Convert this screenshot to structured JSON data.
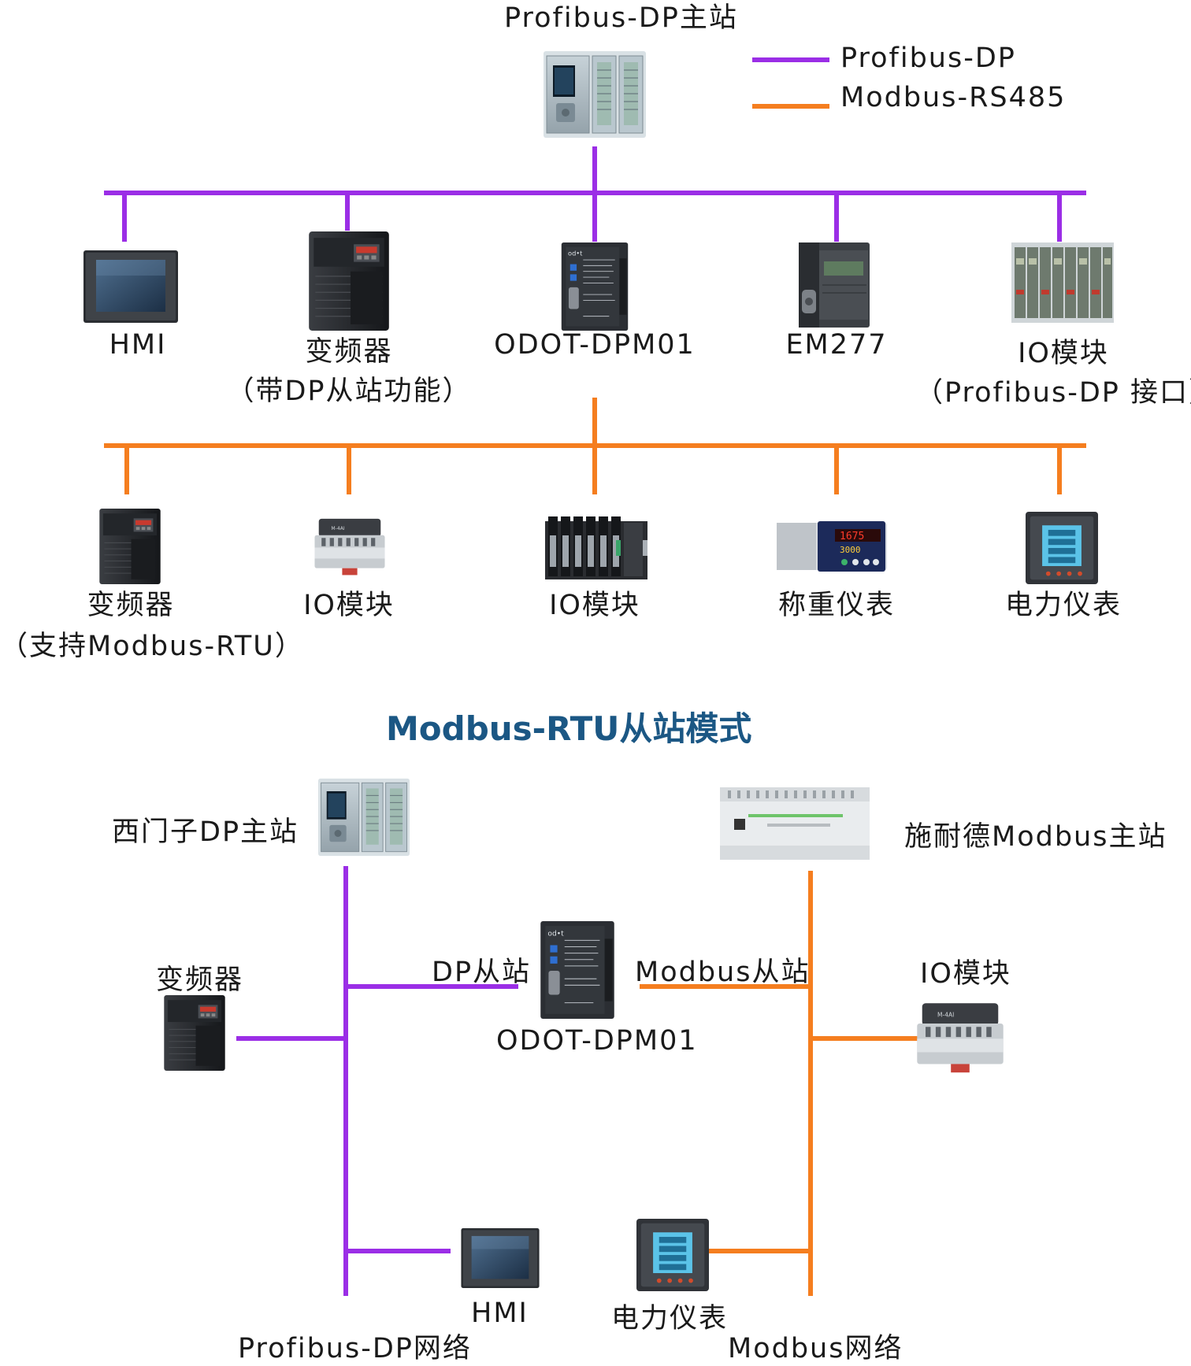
{
  "top": {
    "master_label": "Profibus-DP主站",
    "legend": [
      {
        "label": "Profibus-DP",
        "color": "#9b2ee6"
      },
      {
        "label": "Modbus-RS485",
        "color": "#f57e1f"
      }
    ],
    "dp_devices": [
      {
        "name": "HMI",
        "sub": ""
      },
      {
        "name": "变频器",
        "sub": "（带DP从站功能）"
      },
      {
        "name": "ODOT-DPM01",
        "sub": ""
      },
      {
        "name": "EM277",
        "sub": ""
      },
      {
        "name": "IO模块",
        "sub": "（Profibus-DP 接口）"
      }
    ],
    "modbus_devices": [
      {
        "name": "变频器",
        "sub": "（支持Modbus-RTU）"
      },
      {
        "name": "IO模块",
        "sub": ""
      },
      {
        "name": "IO模块",
        "sub": ""
      },
      {
        "name": "称重仪表",
        "sub": ""
      },
      {
        "name": "电力仪表",
        "sub": ""
      }
    ]
  },
  "section_title": "Modbus-RTU从站模式",
  "bottom": {
    "siemens_master": "西门子DP主站",
    "schneider_master": "施耐德Modbus主站",
    "vfd": "变频器",
    "dp_slave": "DP从站",
    "modbus_slave": "Modbus从站",
    "gateway": "ODOT-DPM01",
    "io_module": "IO模块",
    "hmi": "HMI",
    "power_meter": "电力仪表",
    "profibus_network": "Profibus-DP网络",
    "modbus_network": "Modbus网络"
  },
  "colors": {
    "profibus": "#9b2ee6",
    "modbus": "#f57e1f",
    "title": "#1b5784"
  },
  "device_icons": {
    "plc": "siemens-plc-icon",
    "hmi": "hmi-panel-icon",
    "vfd": "frequency-inverter-icon",
    "gateway": "odot-gateway-icon",
    "em277": "em277-module-icon",
    "io": "io-module-icon",
    "din_io": "din-rail-io-icon",
    "scale": "weighing-indicator-icon",
    "meter": "power-meter-icon",
    "schneider": "schneider-plc-icon"
  }
}
